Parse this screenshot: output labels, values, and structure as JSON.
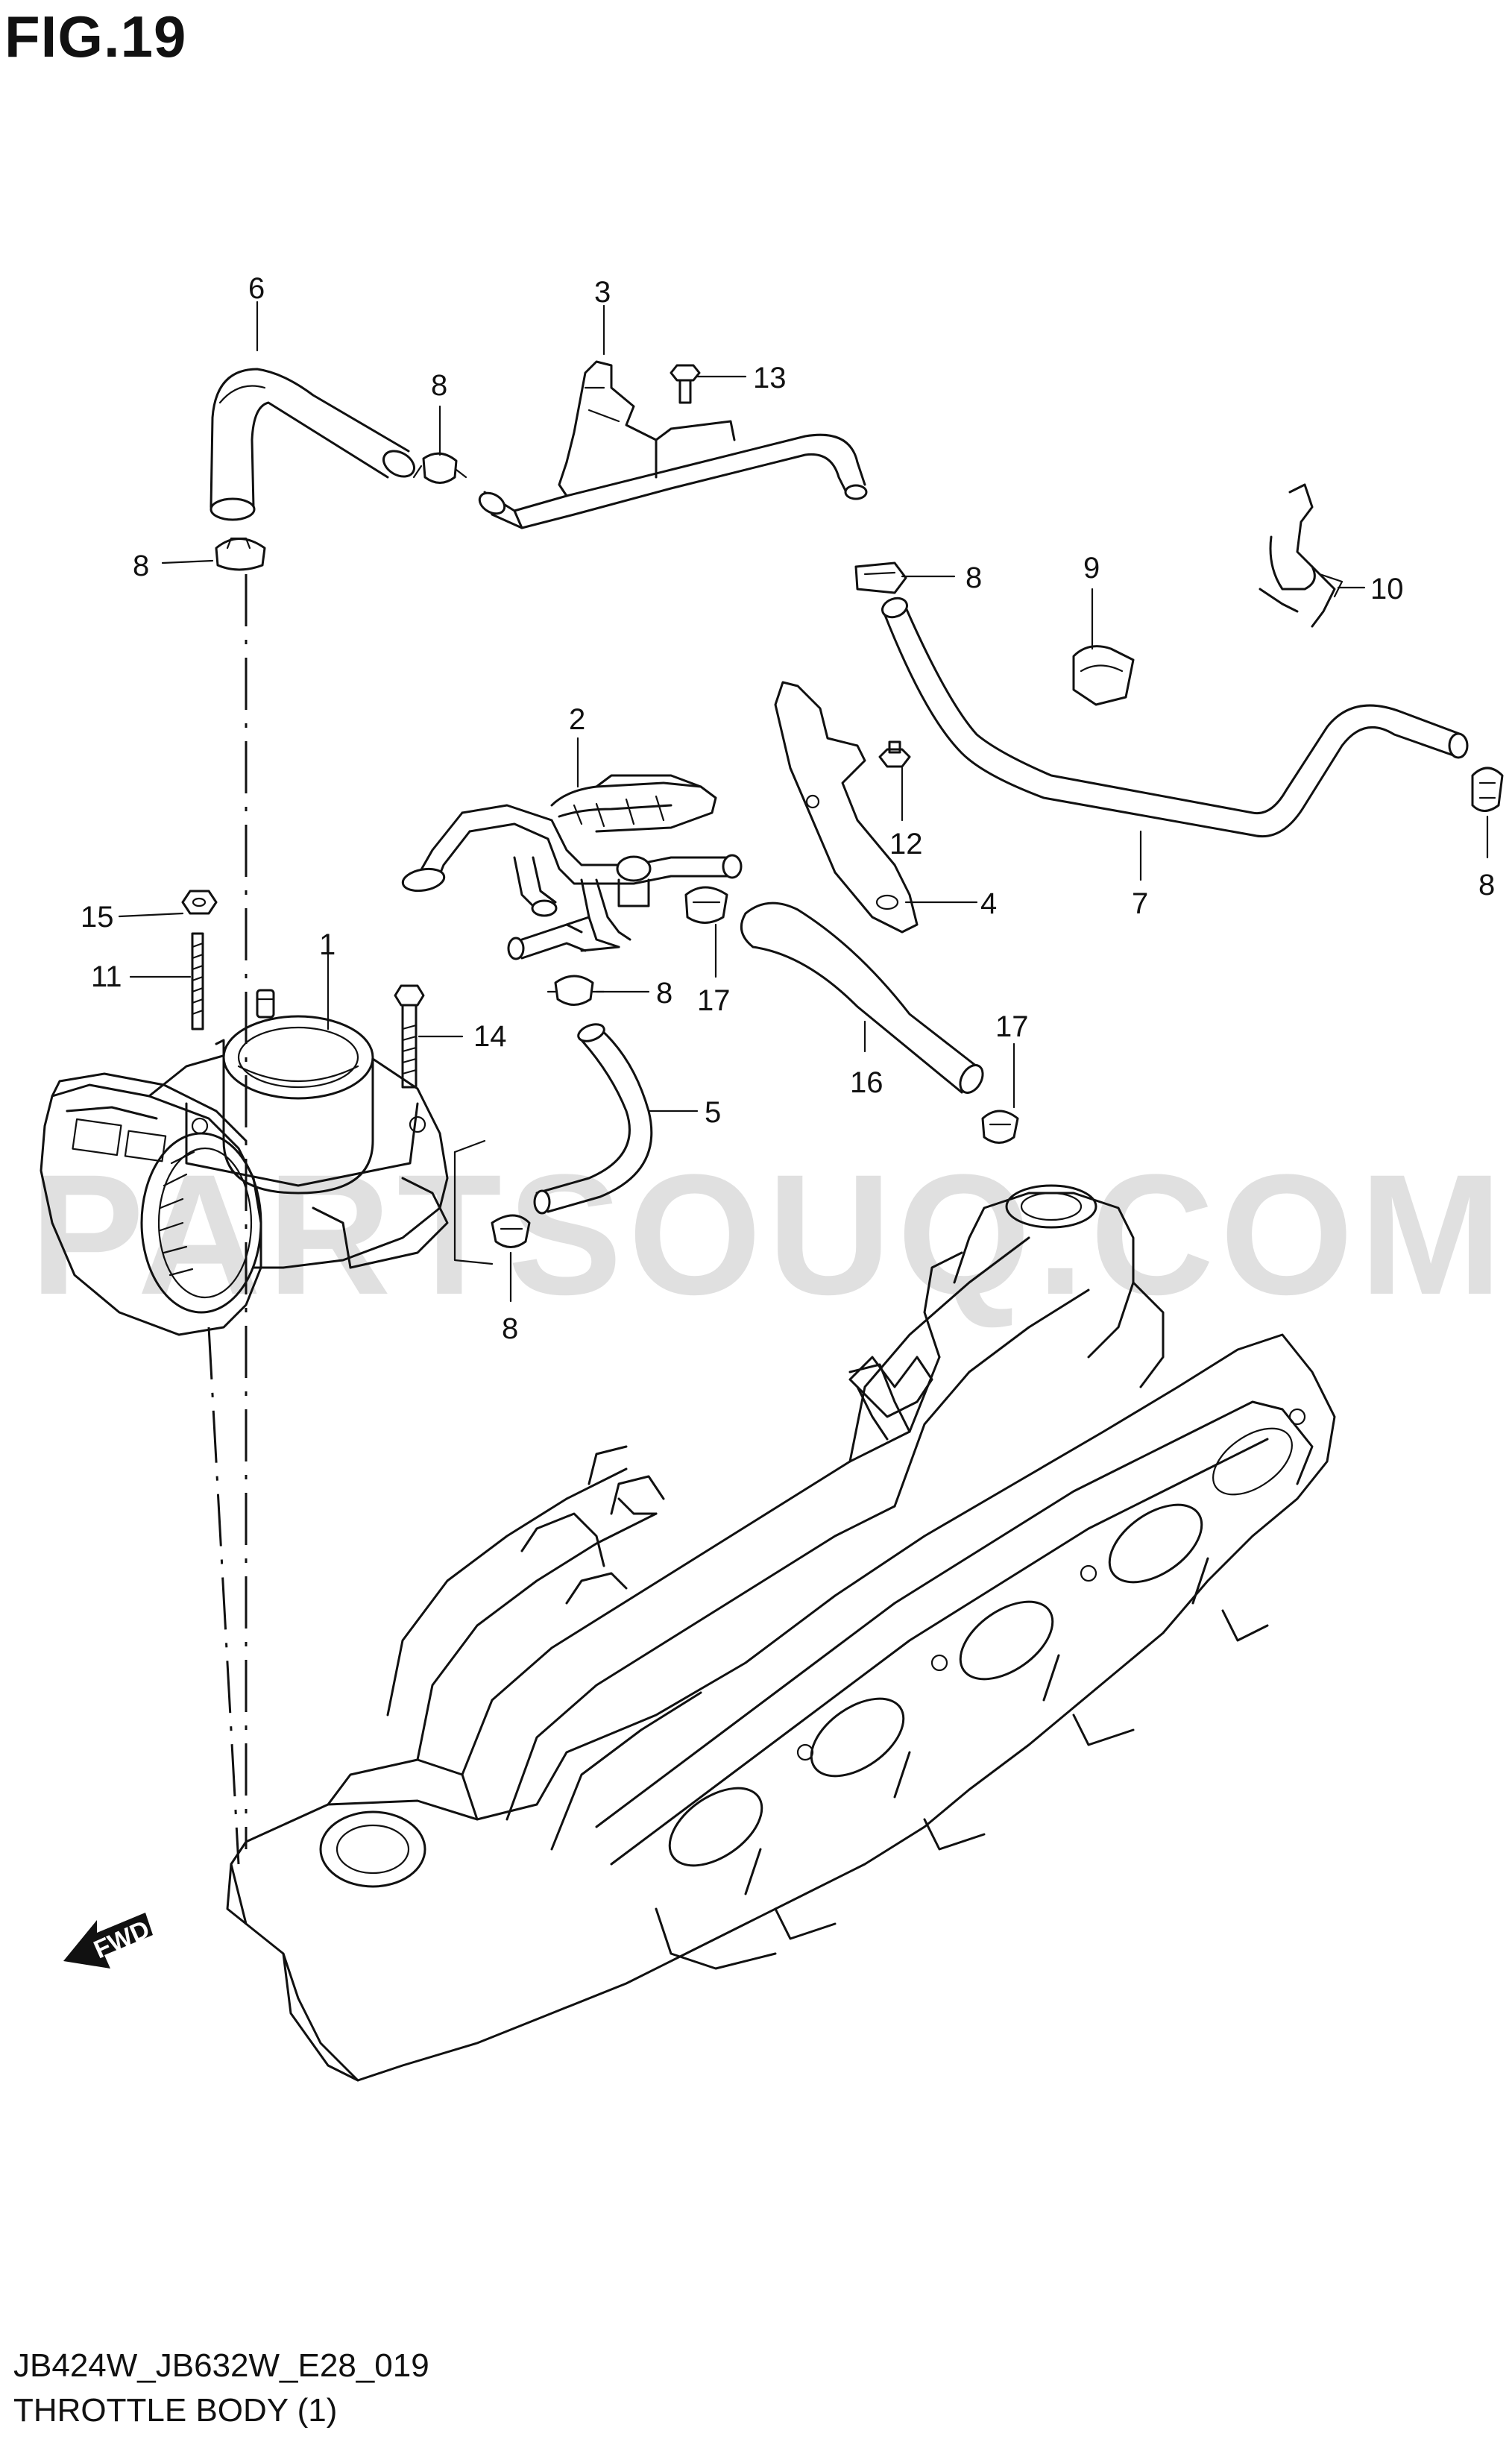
{
  "figure": {
    "title": "FIG.19",
    "code": "JB424W_JB632W_E28_019",
    "name": "THROTTLE BODY (1)"
  },
  "watermark": "PARTSOUQ.COM",
  "fwd_label": "FWD",
  "callouts": {
    "c1": "1",
    "c2": "2",
    "c3": "3",
    "c4": "4",
    "c5": "5",
    "c6": "6",
    "c7": "7",
    "c8a": "8",
    "c8b": "8",
    "c8c": "8",
    "c8d": "8",
    "c8e": "8",
    "c8f": "8",
    "c9": "9",
    "c10": "10",
    "c11": "11",
    "c12": "12",
    "c13": "13",
    "c14": "14",
    "c15": "15",
    "c16": "16",
    "c17a": "17",
    "c17b": "17"
  },
  "colors": {
    "line": "#111111",
    "watermark": "#c8c8c8",
    "background": "#ffffff"
  }
}
